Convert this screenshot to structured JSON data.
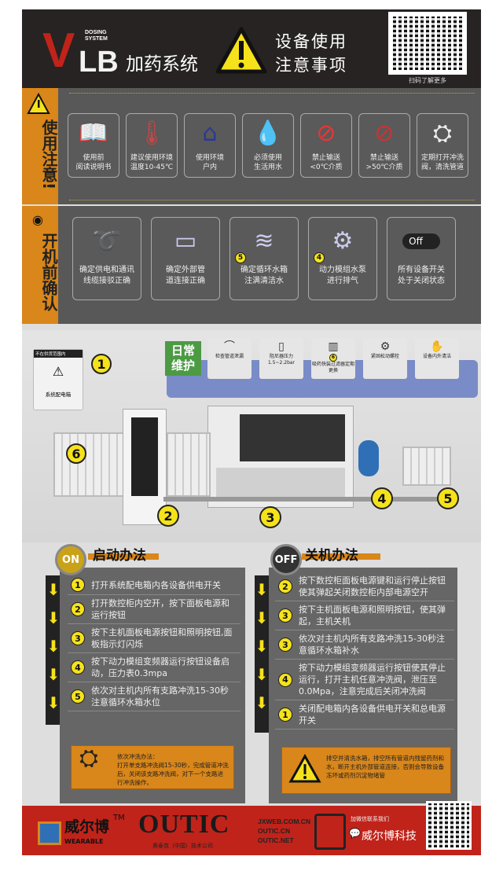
{
  "header": {
    "logo_letter": "V",
    "logo_lb": "LB",
    "logo_sub": [
      "DOSING",
      "SYSTEM"
    ],
    "system_name": "加药系统",
    "title_lines": [
      "设备使用",
      "注意事项"
    ],
    "qr_caption": "扫码了解更多"
  },
  "usage": {
    "label": "使用注意!",
    "cards": [
      {
        "icon": "reading-person-icon",
        "text": [
          "使用前",
          "阅读说明书"
        ]
      },
      {
        "icon": "thermometer-icon",
        "text": [
          "建议使用环境",
          "温度10-45℃"
        ]
      },
      {
        "icon": "house-icon",
        "text": [
          "使用环境",
          "户内"
        ]
      },
      {
        "icon": "water-drop-icon",
        "text": [
          "必须使用",
          "生活用水"
        ]
      },
      {
        "icon": "no-freeze-icon",
        "text": [
          "禁止输送",
          "<0℃介质"
        ]
      },
      {
        "icon": "no-heat-icon",
        "text": [
          "禁止输送",
          ">50℃介质"
        ]
      },
      {
        "icon": "flush-valve-icon",
        "text": [
          "定期打开冲洗",
          "阀，清洗管道"
        ]
      }
    ]
  },
  "precheck": {
    "label": "开机前确认",
    "cards": [
      {
        "icon": "cable-icon",
        "text": [
          "确定供电和通讯",
          "线缆接驳正确"
        ]
      },
      {
        "icon": "pipe-icon",
        "text": [
          "确定外部管",
          "道连接正确"
        ]
      },
      {
        "icon": "water-tank-icon",
        "badge": "5",
        "text": [
          "确定循环水箱",
          "注满清洁水"
        ]
      },
      {
        "icon": "pump-icon",
        "badge": "4",
        "text": [
          "动力模组水泵",
          "进行排气"
        ]
      },
      {
        "icon": "off-switch-icon",
        "switch": "Off",
        "text": [
          "所有设备开关",
          "处于关闭状态"
        ]
      }
    ]
  },
  "equipment": {
    "cabinet_header": "不在供货范围内",
    "cabinet_label": "系统配电箱",
    "cabinet_num": "1",
    "labels": [
      "6",
      "2",
      "3",
      "4",
      "5"
    ],
    "maintenance": {
      "title": [
        "日常",
        "维护"
      ],
      "cards": [
        {
          "icon": "leaking-pipe-icon",
          "text": "检查管道泄漏"
        },
        {
          "icon": "damper-icon",
          "text": "阻尼器压力",
          "sub": "1.5~2.2bar"
        },
        {
          "icon": "filter-icon",
          "badge": "6",
          "text": "吸药快装过滤器定期更换"
        },
        {
          "icon": "wrench-gear-icon",
          "text": "紧固松动螺栓"
        },
        {
          "icon": "cleaning-icon",
          "text": "设备内外清洁"
        }
      ]
    }
  },
  "startup": {
    "badge": "ON",
    "title": "启动办法",
    "steps": [
      {
        "n": "1",
        "text": "打开系统配电箱内各设备供电开关"
      },
      {
        "n": "2",
        "text": "打开数控柜内空开，按下面板电源和运行按钮"
      },
      {
        "n": "3",
        "text": "按下主机面板电源按钮和照明按钮,面板指示灯闪烁"
      },
      {
        "n": "4",
        "text": "按下动力模组变频器运行按钮设备启动，压力表0.3mpa"
      },
      {
        "n": "5",
        "text": "依次对主机内所有支路冲洗15-30秒注意循环水箱水位"
      }
    ],
    "note": [
      "依次冲洗办法：",
      "打开单支路冲洗阀15-30秒，完成管道冲洗后，关闭该支路冲洗阀，对下一个支路进行冲洗操作。"
    ]
  },
  "shutdown": {
    "badge": "OFF",
    "title": "关机办法",
    "steps": [
      {
        "n": "2",
        "text": "按下数控柜面板电源键和运行停止按钮使其弹起关闭数控柜内部电源空开"
      },
      {
        "n": "3",
        "text": "按下主机面板电源和照明按钮，使其弹起，主机关机"
      },
      {
        "n": "3",
        "text": "依次对主机内所有支路冲洗15-30秒注意循环水箱补水"
      },
      {
        "n": "4",
        "text": "按下动力模组变频器运行按钮使其停止运行，打开主机任意冲洗阀，泄压至0.0Mpa，注意完成后关闭冲洗阀"
      },
      {
        "n": "1",
        "text": "关闭配电箱内各设备供电开关和总电源开关"
      }
    ],
    "note": "排空并清洗水箱，排空所有管道内残留药剂和水，断开主机外部管道连接，否则会导致设备冻坏或药剂沉淀物堵管"
  },
  "footer": {
    "brand_cn": "威尔博",
    "tm": "TM",
    "brand_en": "WEARABLE",
    "outic": "OUTIC",
    "outic_sub": "奥泰克（中国）技术公司",
    "sites": [
      "JXWEB.COM.CN",
      "OUTIC.CN",
      "OUTIC.NET"
    ],
    "wechat_prompt": "加微信联系我们",
    "wechat_name": "威尔博科技"
  },
  "colors": {
    "orange": "#d9861a",
    "dark": "#262322",
    "red": "#c0231a",
    "yellow": "#f5e21b"
  }
}
